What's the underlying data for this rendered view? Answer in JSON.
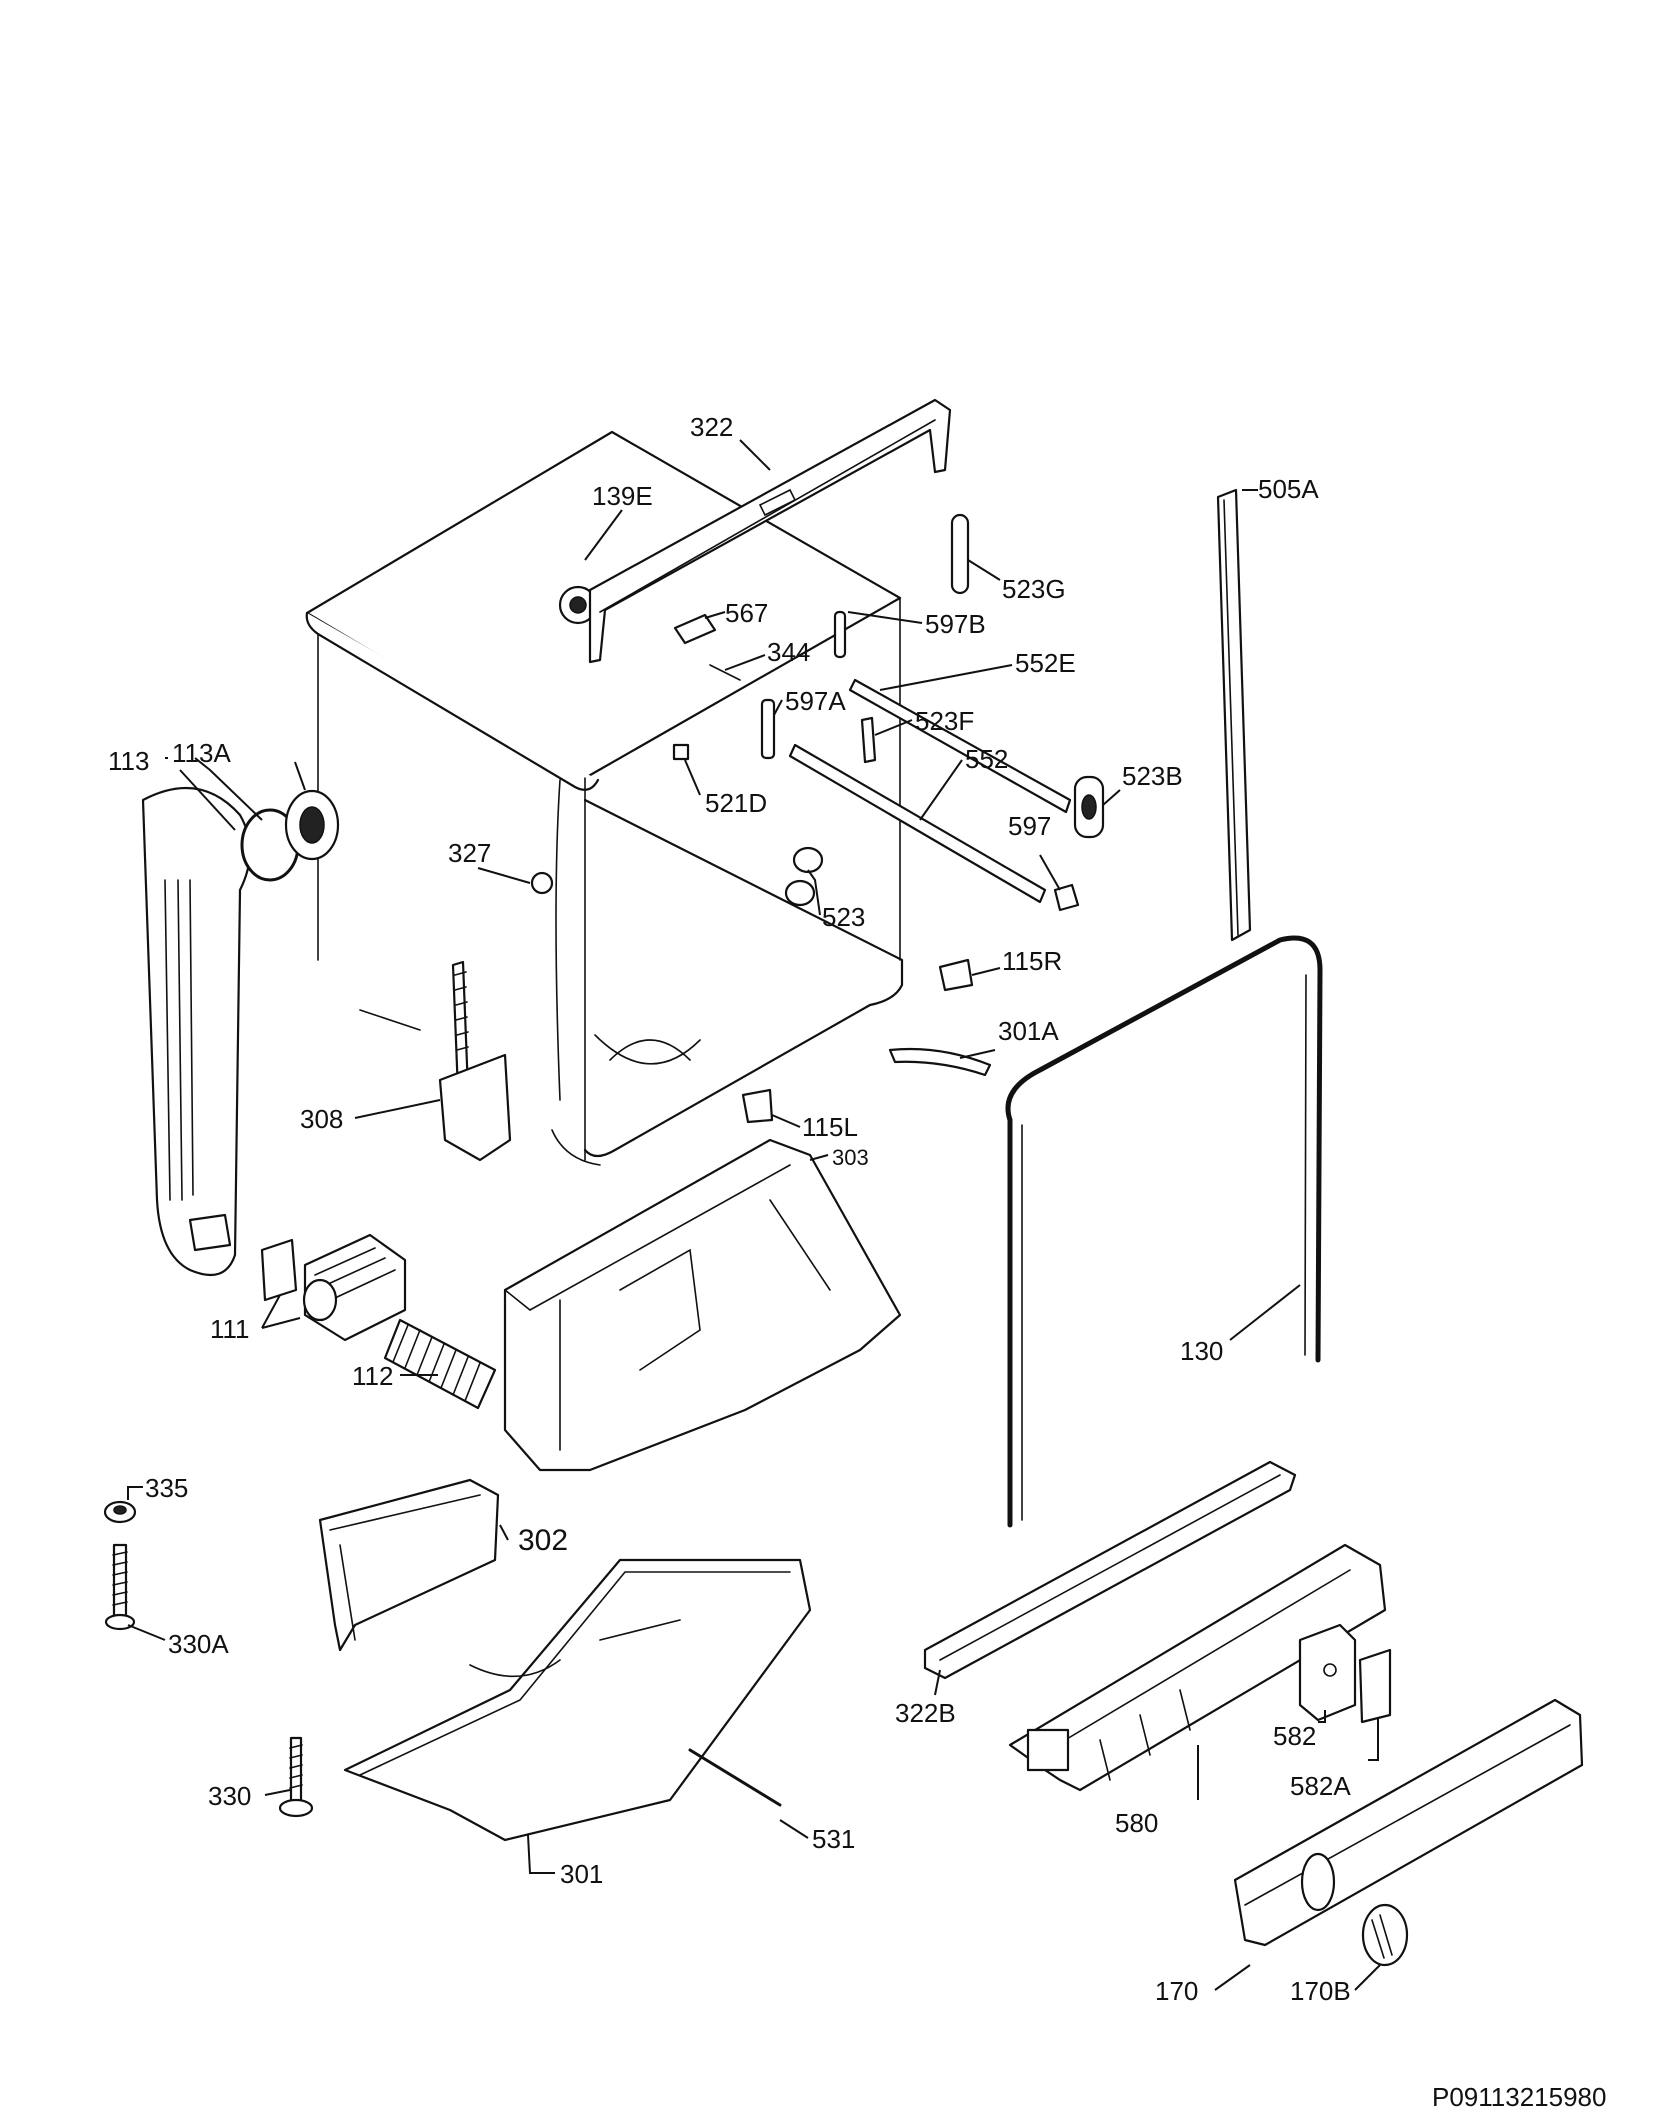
{
  "diagram": {
    "document_number": "P09113215980",
    "part_labels": {
      "p322": "322",
      "p139E": "139E",
      "p505A": "505A",
      "p523G": "523G",
      "p567": "567",
      "p597B": "597B",
      "p344": "344",
      "p552E": "552E",
      "p597A": "597A",
      "p523F": "523F",
      "p113": "113",
      "p113A": "113A",
      "p521D": "521D",
      "p552": "552",
      "p523B": "523B",
      "p597": "597",
      "p327": "327",
      "p523": "523",
      "p115R": "115R",
      "p301A": "301A",
      "p308": "308",
      "p115L": "115L",
      "p303": "303",
      "p111": "111",
      "p130": "130",
      "p112": "112",
      "p335": "335",
      "p302": "302",
      "p330A": "330A",
      "p322B": "322B",
      "p582": "582",
      "p582A": "582A",
      "p330": "330",
      "p580": "580",
      "p531": "531",
      "p301": "301",
      "p170": "170",
      "p170B": "170B"
    }
  }
}
